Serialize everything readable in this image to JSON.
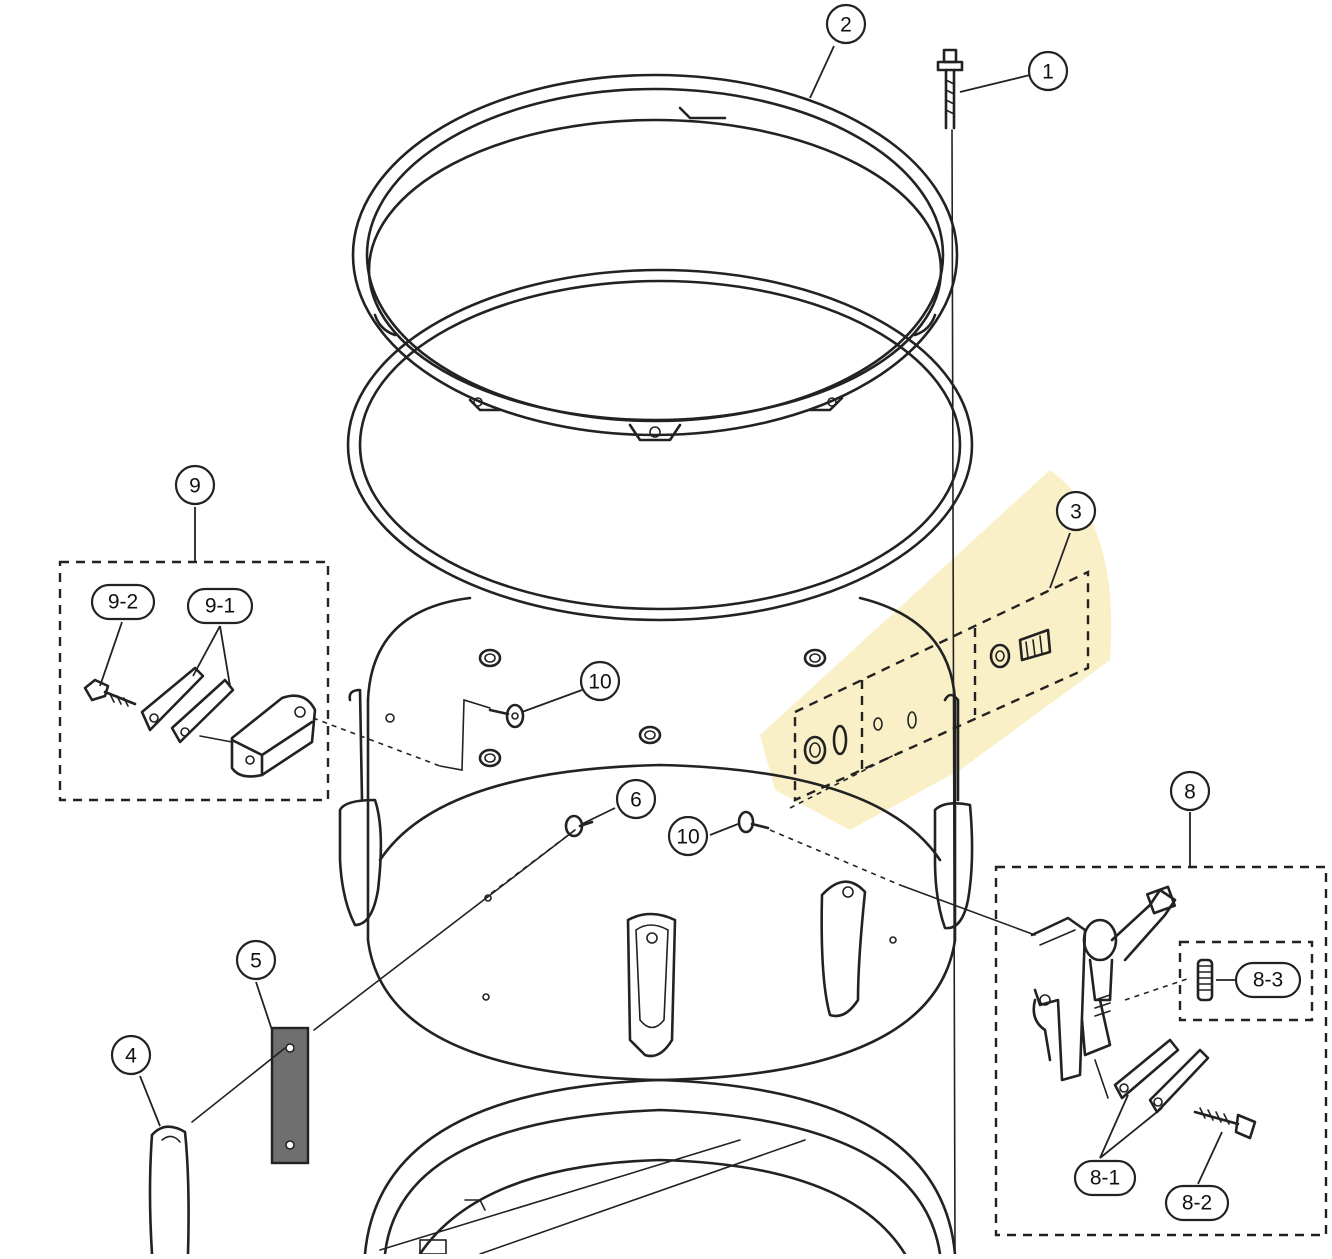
{
  "callouts": {
    "c1": "1",
    "c2": "2",
    "c3": "3",
    "c4": "4",
    "c5": "5",
    "c6": "6",
    "c8": "8",
    "c8_1": "8-1",
    "c8_2": "8-2",
    "c8_3": "8-3",
    "c9": "9",
    "c9_1": "9-1",
    "c9_2": "9-2",
    "c10a": "10",
    "c10b": "10"
  },
  "colors": {
    "highlight": "#f6e39a",
    "line": "#222222",
    "muffler_pad": "#6f6f6f"
  }
}
